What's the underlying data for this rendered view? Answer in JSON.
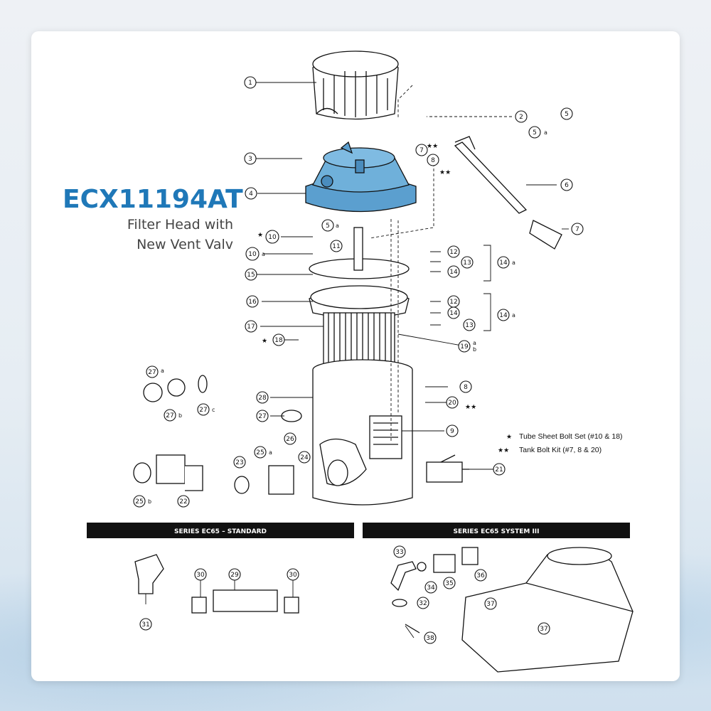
{
  "product": {
    "part_number": "ECX11194AT",
    "desc_line1": "Filter Head with",
    "desc_line2": "New Vent Valv"
  },
  "colors": {
    "accent": "#1f78b8",
    "highlight": "#5b9fcf",
    "line": "#111111"
  },
  "callouts": {
    "c1": "1",
    "c2": "2",
    "c3": "3",
    "c4": "4",
    "c5": "5",
    "c5a": "5",
    "c5b": "5",
    "c6": "6",
    "c7a": "7",
    "c7b": "7",
    "c8a": "8",
    "c8b": "8",
    "c9": "9",
    "c10": "10",
    "c10a": "10",
    "c11": "11",
    "c12a": "12",
    "c12b": "12",
    "c13a": "13",
    "c13b": "13",
    "c14a": "14",
    "c14b": "14",
    "c14c": "14",
    "c14d": "14",
    "c15": "15",
    "c16": "16",
    "c17": "17",
    "c18": "18",
    "c19": "19",
    "c20": "20",
    "c21": "21",
    "c22": "22",
    "c23": "23",
    "c24": "24",
    "c25a": "25",
    "c25b": "25",
    "c26": "26",
    "c27a": "27",
    "c27b": "27",
    "c27c": "27",
    "c27d": "27",
    "c28": "28",
    "c29": "29",
    "c30a": "30",
    "c30b": "30",
    "c31": "31",
    "c32": "32",
    "c33": "33",
    "c34": "34",
    "c35": "35",
    "c36": "36",
    "c37a": "37",
    "c37b": "37",
    "c38": "38"
  },
  "suffixes": {
    "a": "a",
    "b": "b",
    "c": "c"
  },
  "legend": {
    "star1": "★",
    "star2": "★★",
    "item1": "Tube Sheet Bolt Set (#10 & 18)",
    "item2": "Tank Bolt Kit (#7, 8 & 20)"
  },
  "sections": {
    "left": "SERIES EC65 – STANDARD",
    "right": "SERIES EC65 SYSTEM III"
  }
}
